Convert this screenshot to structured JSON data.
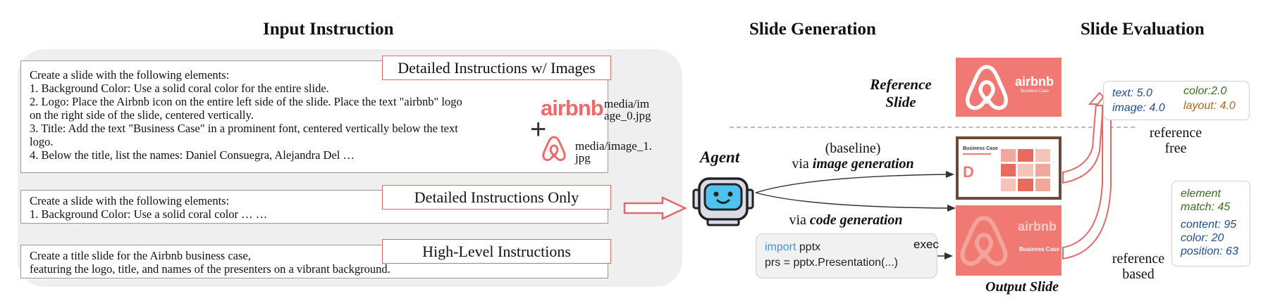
{
  "colors": {
    "accent_red": "#e06a6a",
    "coral": "#f07a73",
    "panel": "#efefef",
    "blue": "#1f4e8c",
    "green": "#3d6b1e",
    "orange": "#b5651d"
  },
  "headings": {
    "input": "Input Instruction",
    "generation": "Slide Generation",
    "evaluation": "Slide Evaluation"
  },
  "input_boxes": {
    "detailed_images": {
      "tag": "Detailed Instructions w/ Images",
      "lines": [
        "Create a slide with the following elements:",
        "1. Background Color: Use a solid coral color for the entire slide.",
        "2. Logo: Place the Airbnb icon on the entire left side of the slide. Place the text \"airbnb\" logo",
        "on the right side of the slide, centered vertically.",
        "3. Title: Add the text \"Business Case\" in a prominent font, centered vertically below the text",
        "logo.",
        "4. Below the title, list the names: Daniel Consuegra, Alejandra Del …"
      ],
      "media_0_text": "airbnb",
      "media_0_path": [
        "media/im",
        "age_0.jpg"
      ],
      "plus": "+",
      "media_1_path": [
        "media/image_1.",
        "jpg"
      ]
    },
    "detailed_only": {
      "tag": "Detailed Instructions Only",
      "lines": [
        "Create a slide with the following elements:",
        "1. Background Color: Use a solid coral color … …"
      ]
    },
    "high_level": {
      "tag": "High-Level Instructions",
      "lines": [
        "Create a title slide for the Airbnb business case,",
        "featuring the logo, title, and names of the presenters on a vibrant background."
      ]
    }
  },
  "generation": {
    "agent_label": "Agent",
    "baseline_label": [
      "(baseline)",
      "via "
    ],
    "baseline_bold": "image generation",
    "code_label": "via ",
    "code_bold": "code generation",
    "code": {
      "keyword": "import",
      "line1_rest": " pptx",
      "line2": "prs = pptx.Presentation(...)"
    },
    "exec_label": "exec",
    "reference_label": [
      "Reference",
      "Slide"
    ],
    "output_label": "Output Slide"
  },
  "slides": {
    "reference": {
      "logo_text": "airbnb",
      "subtitle": "Business Case"
    },
    "baseline": {
      "title": "Business Case",
      "letter": "D"
    },
    "output": {
      "logo_text": "airbnb",
      "title": "Business Case"
    }
  },
  "evaluation": {
    "reference_free": {
      "text": "text: 5.0",
      "image": "image: 4.0",
      "color": "color:2.0",
      "layout": "layout: 4.0",
      "label": [
        "reference",
        "free"
      ]
    },
    "reference_based": {
      "element": [
        "element",
        "match: 45"
      ],
      "content": "content: 95",
      "color": "color: 20",
      "position": "position: 63",
      "label": [
        "reference",
        "based"
      ]
    }
  }
}
